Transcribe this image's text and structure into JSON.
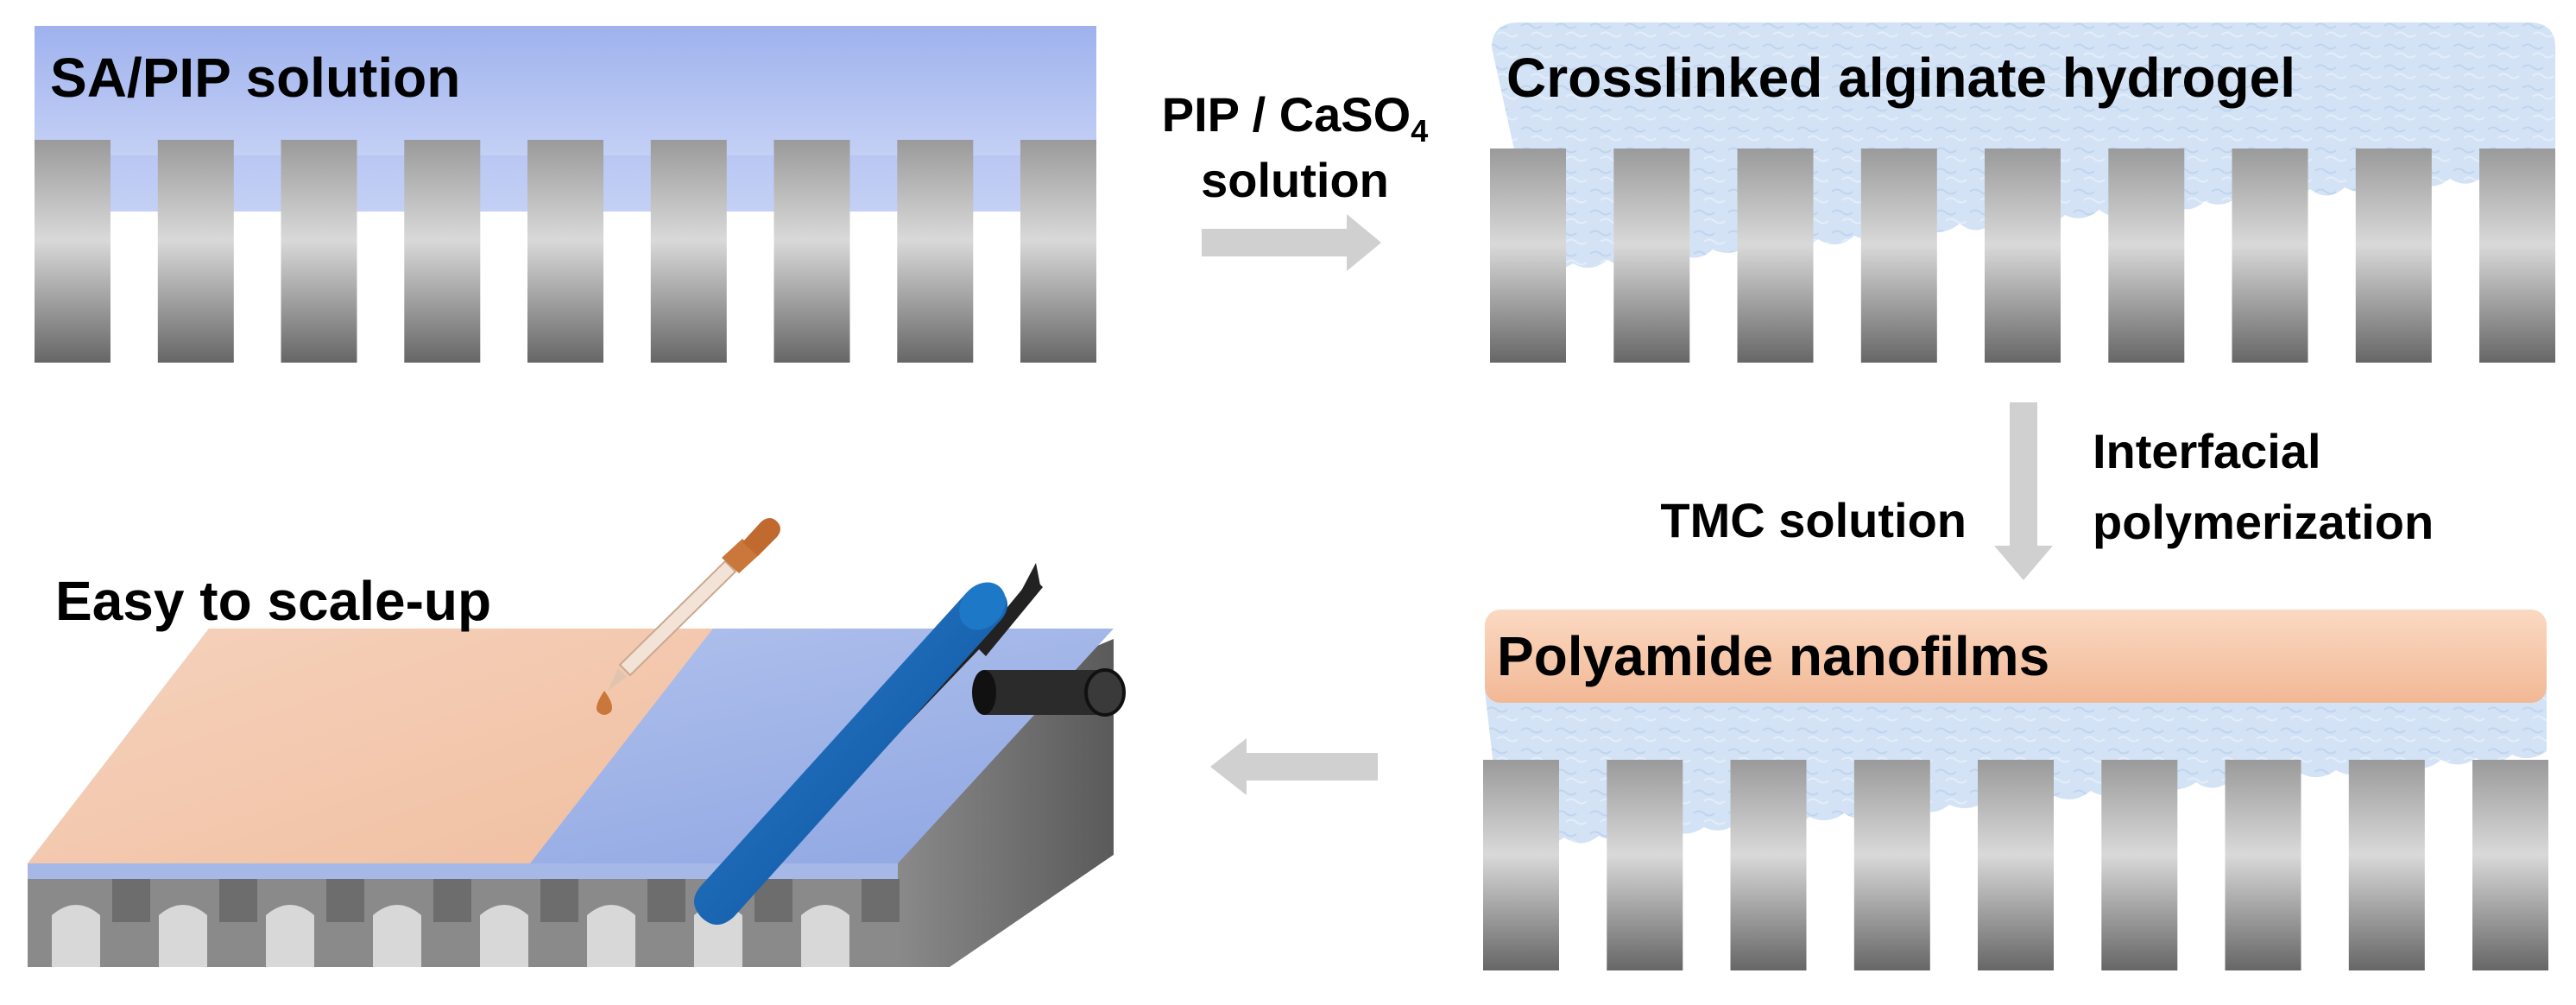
{
  "panels": {
    "sa_pip": {
      "label": "SA/PIP solution"
    },
    "crosslinked": {
      "label": "Crosslinked alginate hydrogel"
    },
    "polyamide": {
      "label": "Polyamide nanofilms"
    },
    "scale_up": {
      "label": "Easy to scale-up"
    }
  },
  "steps": {
    "step1": {
      "line1_prefix": "PIP / CaSO",
      "line1_sub": "4",
      "line2": "solution"
    },
    "step2": {
      "left": "TMC solution",
      "right_line1": "Interfacial",
      "right_line2": "polymerization"
    }
  },
  "colors": {
    "pip_solution": "#a9b9ef",
    "hydrogel": "#cfe0f4",
    "polyamide": "#f7c9a8",
    "roller": "#1466b8",
    "support": "#7a7a7a",
    "arrow": "#d0d0d0"
  }
}
